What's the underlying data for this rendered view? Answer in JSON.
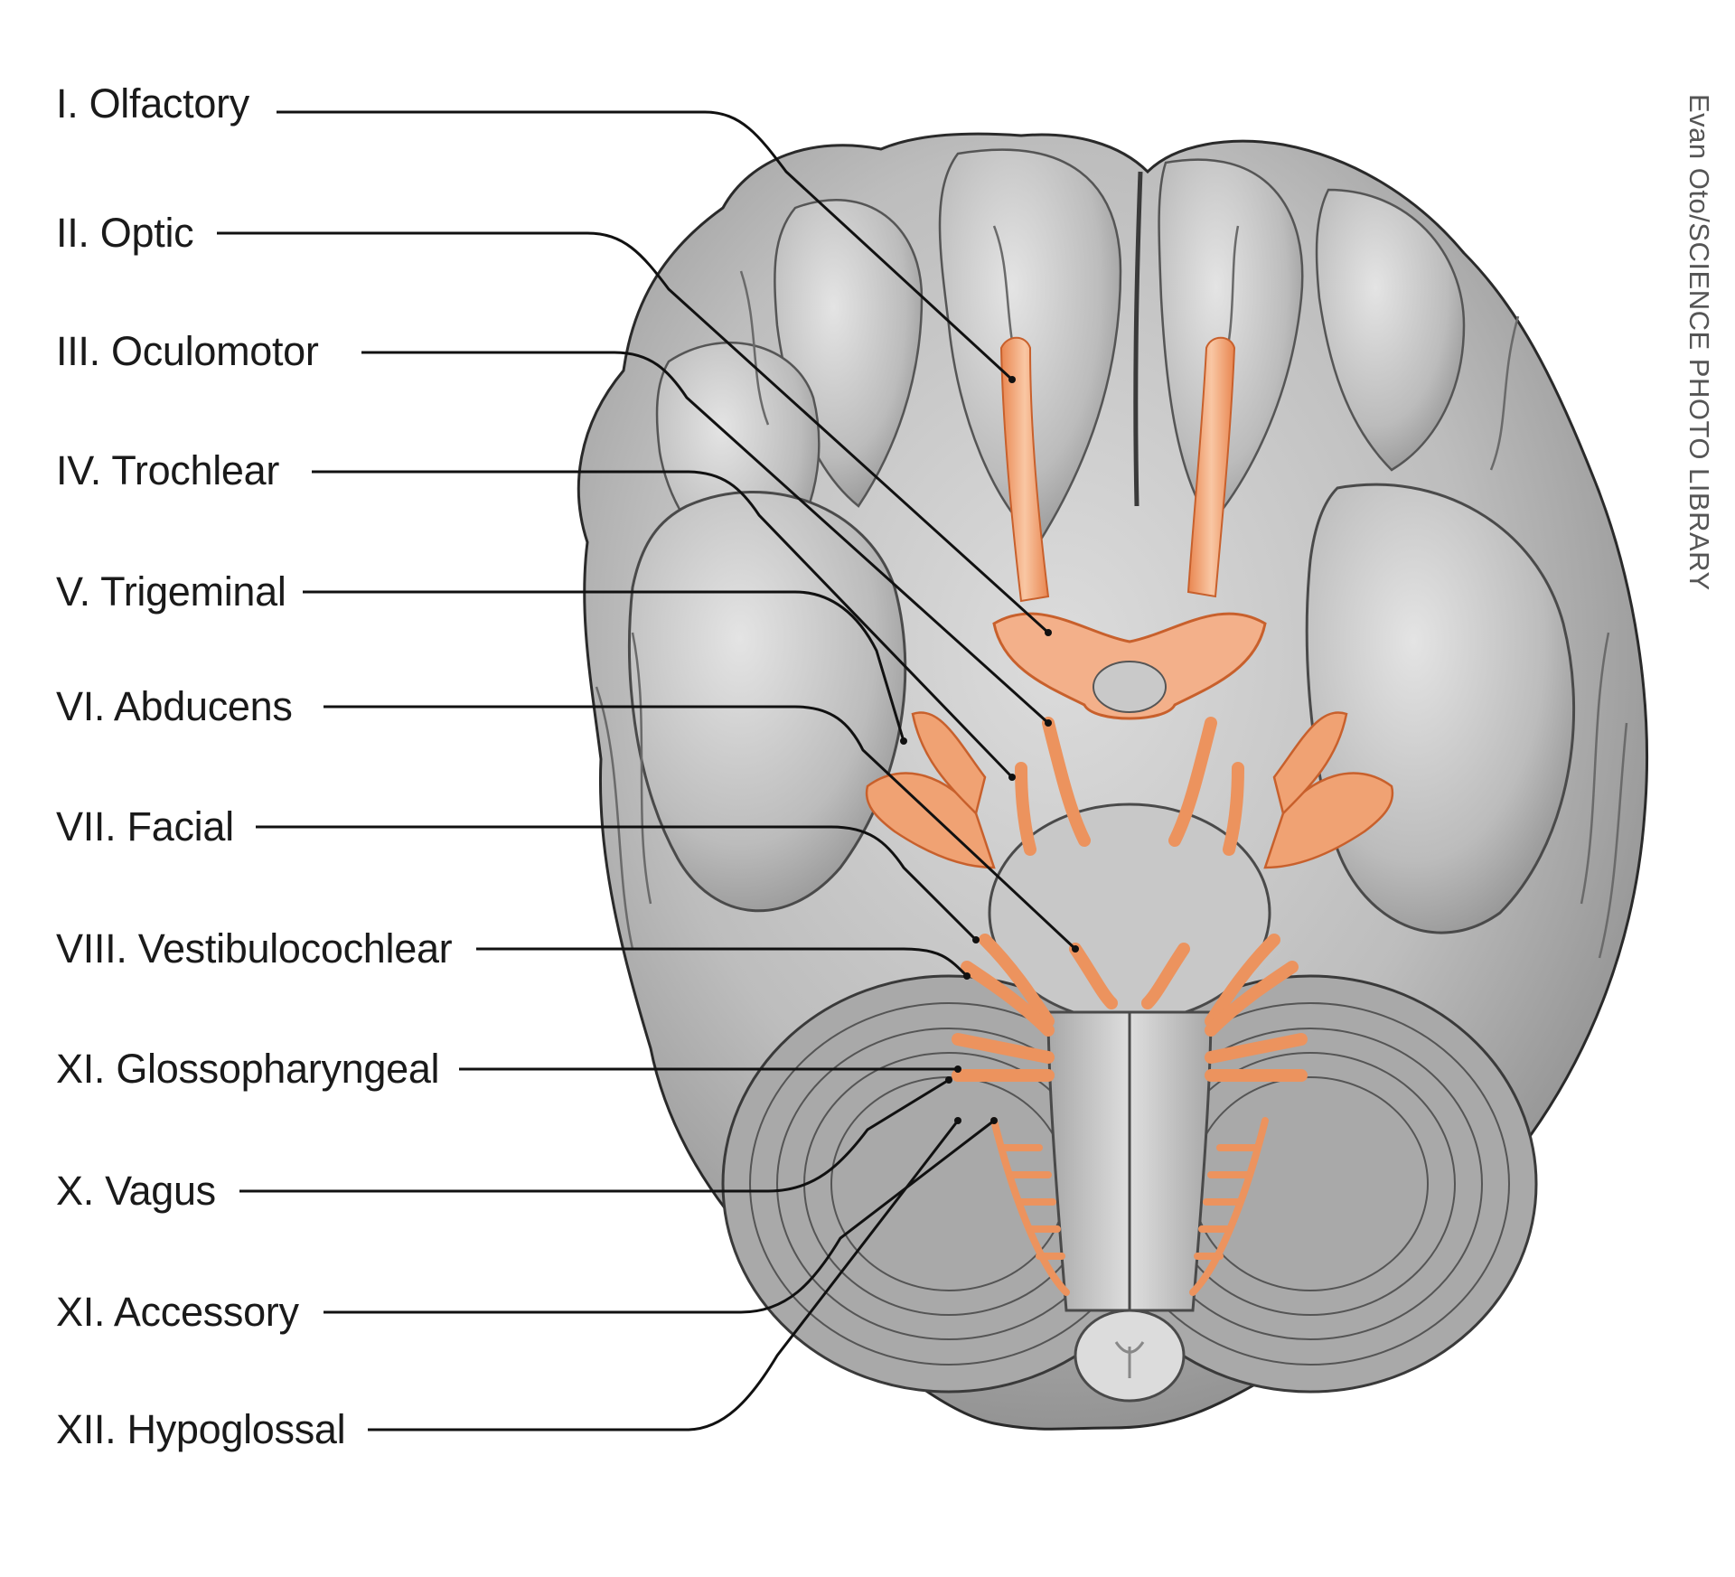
{
  "labels": [
    "I. Olfactory",
    "II. Optic",
    "III. Oculomotor",
    "IV. Trochlear",
    "V. Trigeminal",
    "VI. Abducens",
    "VII. Facial",
    "VIII. Vestibulocochlear",
    "XI. Glossopharyngeal",
    "X. Vagus",
    "XI. Accessory",
    "XII. Hypoglossal"
  ],
  "credit": "Evan Oto/SCIENCE PHOTO LIBRARY",
  "colors": {
    "brain": "#b9b9b9",
    "brain_shadow": "#7d7d7d",
    "nerve": "#f0a273",
    "nerve_dark": "#d8703e",
    "leader": "#111111"
  }
}
